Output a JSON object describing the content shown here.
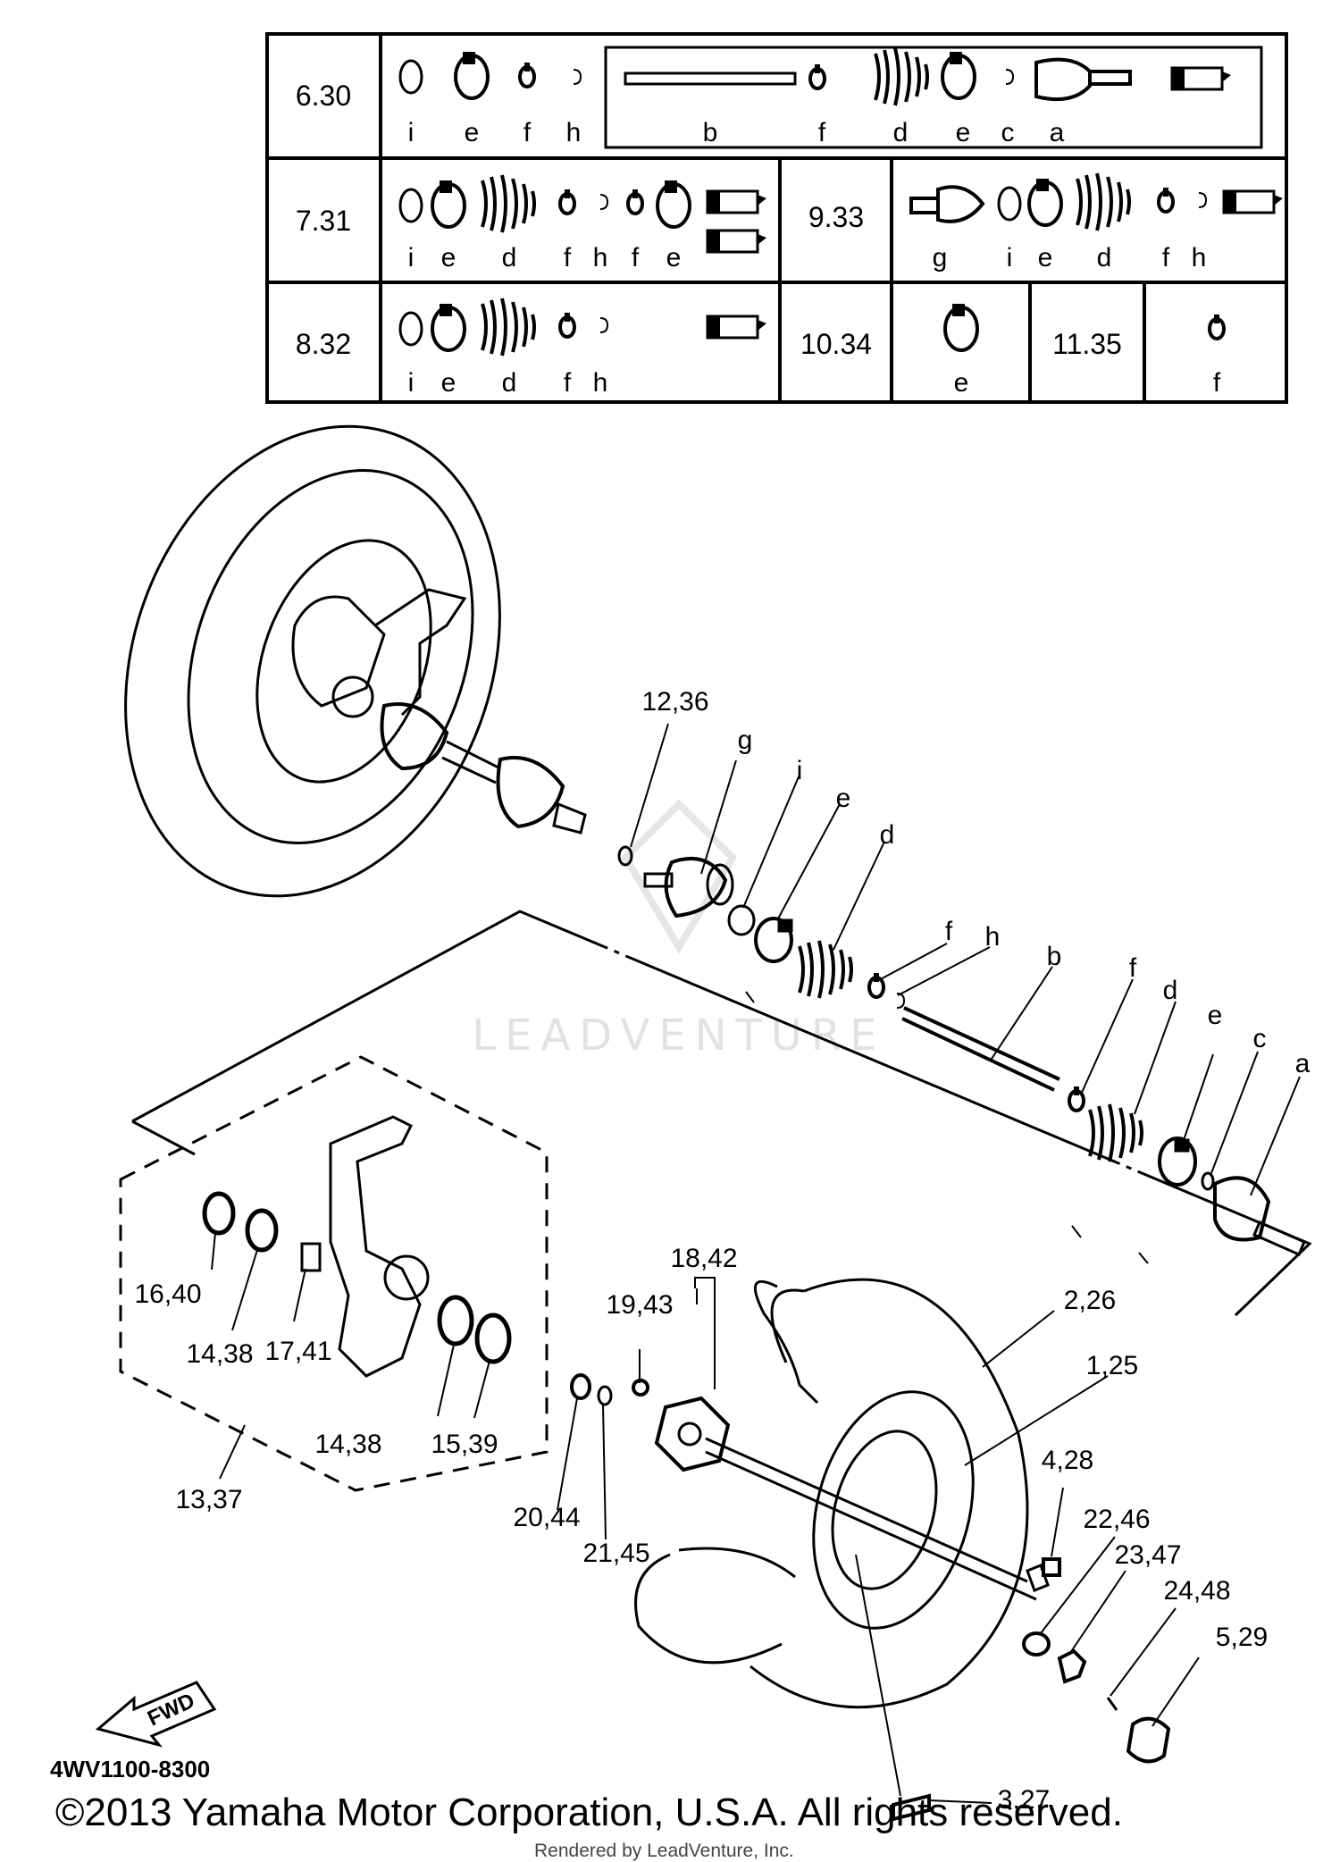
{
  "table": {
    "rows": [
      {
        "key": "6.30",
        "letters": [
          "i",
          "e",
          "f",
          "h",
          "b",
          "f",
          "d",
          "e",
          "c",
          "a"
        ]
      },
      {
        "key": "7.31",
        "letters": [
          "i",
          "e",
          "d",
          "f",
          "h",
          "f",
          "e"
        ],
        "key2": "9.33",
        "letters2": [
          "g",
          "i",
          "e",
          "d",
          "f",
          "h"
        ]
      },
      {
        "key": "8.32",
        "letters": [
          "i",
          "e",
          "d",
          "f",
          "h"
        ],
        "key2": "10.34",
        "letters2": [
          "e"
        ],
        "key3": "11.35",
        "letters3": [
          "f"
        ]
      }
    ]
  },
  "callouts": {
    "c1236": "12,36",
    "g": "g",
    "i": "i",
    "e": "e",
    "d": "d",
    "f": "f",
    "h": "h",
    "b": "b",
    "f2": "f",
    "d2": "d",
    "e2": "e",
    "c": "c",
    "a": "a",
    "c1840": "18,42",
    "c1943": "19,43",
    "c226": "2,26",
    "c125": "1,25",
    "c1640": "16,40",
    "c1438a": "14,38",
    "c1741": "17,41",
    "c1438b": "14,38",
    "c1539": "15,39",
    "c1337": "13,37",
    "c2044": "20,44",
    "c2145": "21,45",
    "c428": "4,28",
    "c2246": "22,46",
    "c2347": "23,47",
    "c2448": "24,48",
    "c529": "5,29",
    "c327": "3,27"
  },
  "fwd_label": "FWD",
  "watermark": "LEADVENTURE",
  "part_code": "4WV1100-8300",
  "copyright": "©2013 Yamaha Motor Corporation, U.S.A. All rights reserved.",
  "rendered_by": "Rendered by LeadVenture, Inc."
}
